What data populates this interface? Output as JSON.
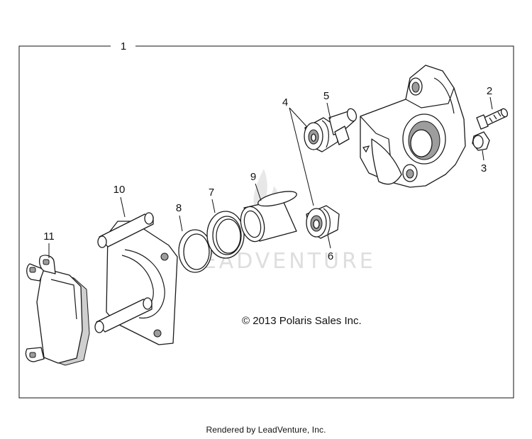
{
  "diagram": {
    "assembly_number": "1",
    "callouts": {
      "c2": "2",
      "c3": "3",
      "c4": "4",
      "c5": "5",
      "c6": "6",
      "c7": "7",
      "c8": "8",
      "c9": "9",
      "c10": "10",
      "c11": "11"
    },
    "copyright": "© 2013 Polaris Sales Inc.",
    "watermark": "LEADVENTURE"
  },
  "footer": {
    "rendered_by": "Rendered by LeadVenture, Inc."
  }
}
